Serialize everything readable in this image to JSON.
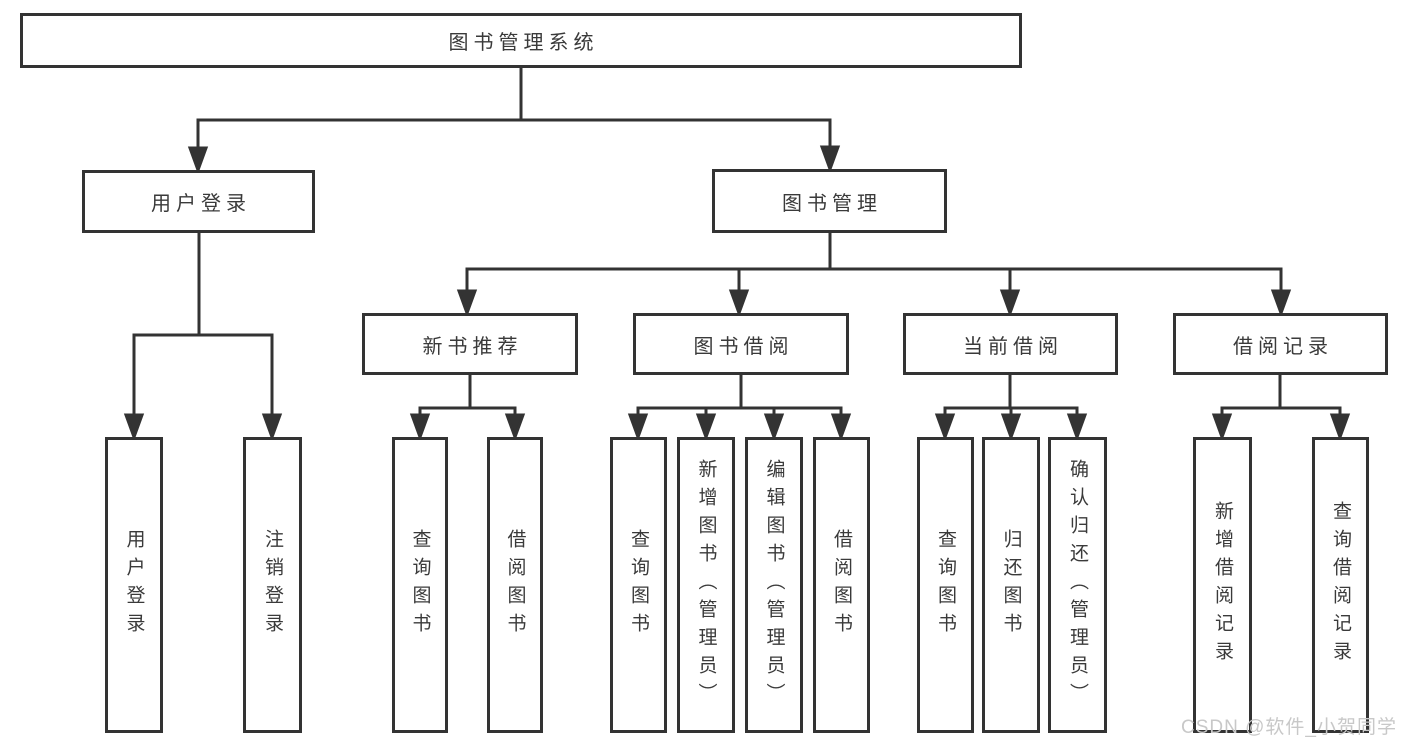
{
  "tree": {
    "root": {
      "label": "图书管理系统"
    },
    "branches": [
      {
        "label": "用户登录",
        "leaves": [
          {
            "label": "用户登录"
          },
          {
            "label": "注销登录"
          }
        ]
      },
      {
        "label": "图书管理",
        "groups": [
          {
            "label": "新书推荐",
            "leaves": [
              {
                "label": "查询图书"
              },
              {
                "label": "借阅图书"
              }
            ]
          },
          {
            "label": "图书借阅",
            "leaves": [
              {
                "label": "查询图书"
              },
              {
                "label": "新增图书（管理员）"
              },
              {
                "label": "编辑图书（管理员）"
              },
              {
                "label": "借阅图书"
              }
            ]
          },
          {
            "label": "当前借阅",
            "leaves": [
              {
                "label": "查询图书"
              },
              {
                "label": "归还图书"
              },
              {
                "label": "确认归还（管理员）"
              }
            ]
          },
          {
            "label": "借阅记录",
            "leaves": [
              {
                "label": "新增借阅记录"
              },
              {
                "label": "查询借阅记录"
              }
            ]
          }
        ]
      }
    ]
  },
  "watermark": {
    "text": "CSDN @软件_小贺同学"
  },
  "colors": {
    "line": "#333333",
    "text": "#3a3a3a",
    "watermark": "#c8c8c8",
    "background": "#ffffff"
  }
}
